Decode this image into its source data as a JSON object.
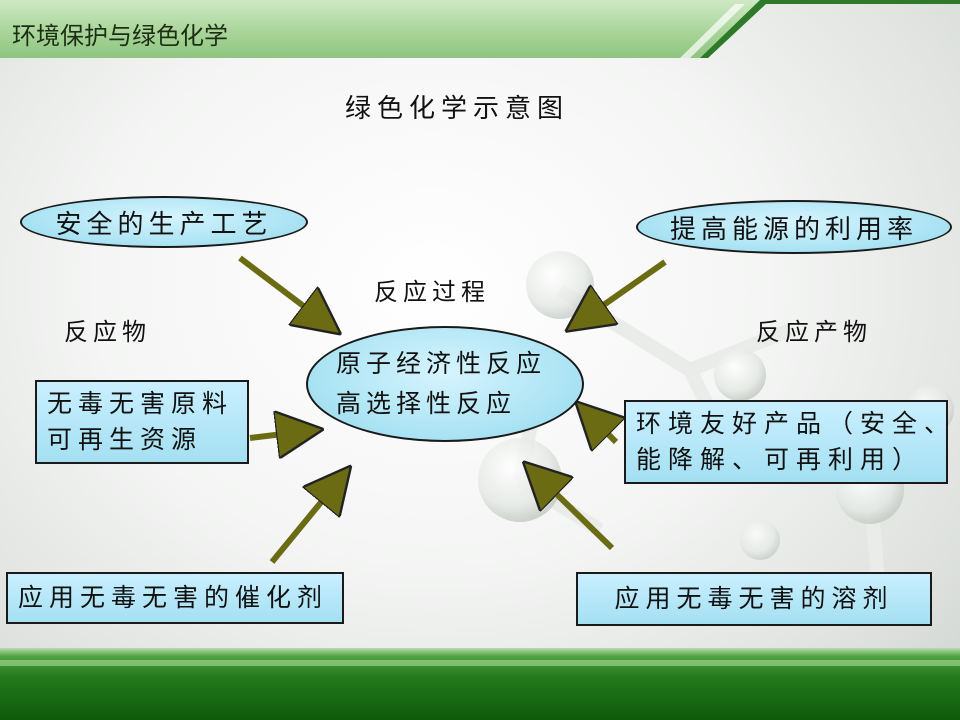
{
  "header": {
    "title": "环境保护与绿色化学"
  },
  "diagram": {
    "title": "绿色化学示意图",
    "center": {
      "line1": "原子经济性反应",
      "line2": "高选择性反应"
    },
    "labels": {
      "process": "反应过程",
      "reactants": "反应物",
      "products": "反应产物"
    },
    "ellipses": {
      "top_left": "安全的生产工艺",
      "top_right": "提高能源的利用率"
    },
    "boxes": {
      "raw_materials": {
        "line1": "无毒无害原料",
        "line2": "可再生资源"
      },
      "catalyst": "应用无毒无害的催化剂",
      "eco_products": {
        "line1": "环境友好产品（安全、",
        "line2": "能降解、可再利用）"
      },
      "solvent": "应用无毒无害的溶剂"
    }
  },
  "colors": {
    "arrow": "#6b6b14",
    "node_fill": "#a8e2f2",
    "header_green": "#8fc57f",
    "footer_green": "#1f6e18"
  }
}
